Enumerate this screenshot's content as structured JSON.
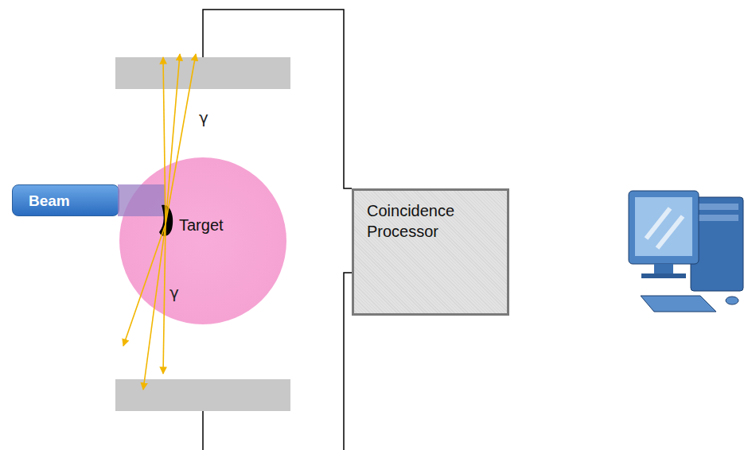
{
  "diagram": {
    "nodes": [
      {
        "text": [
          "Beam"
        ]
      },
      {
        "text": [
          "Target"
        ]
      },
      {
        "text": [
          "Coincidence Processor"
        ]
      }
    ],
    "labels": [
      "γ",
      "γ"
    ]
  }
}
